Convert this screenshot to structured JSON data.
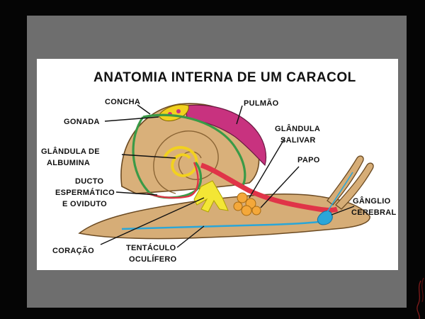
{
  "diagram": {
    "title": "ANATOMIA INTERNA DE UM CARACOL",
    "labels": {
      "concha": "CONCHA",
      "gonada": "GONADA",
      "pulmao": "PULMÃO",
      "glandula_albumina_1": "GLÂNDULA DE",
      "glandula_albumina_2": "ALBUMINA",
      "glandula_salivar_1": "GLÂNDULA",
      "glandula_salivar_2": "SALIVAR",
      "papo": "PAPO",
      "ducto_1": "DUCTO",
      "ducto_2": "ESPERMÁTICO",
      "ducto_3": "E OVIDUTO",
      "ganglio_1": "GÂNGLIO",
      "ganglio_2": "CEREBRAL",
      "coracao": "CORAÇÃO",
      "tentaculo_1": "TENTÁCULO",
      "tentaculo_2": "OCULÍFERO"
    }
  },
  "colors": {
    "background": "#050505",
    "frame": "#6e6e6e",
    "panel": "#ffffff",
    "shell": "#d9b07a",
    "body": "#d6ad77",
    "lung": "#c8327f",
    "gonad": "#f2d11f",
    "intestine": "#3a9a47",
    "digestive": "#e03448",
    "salivary": "#f4a83a",
    "nerve": "#2aa6d8",
    "heart": "#f3e635"
  }
}
